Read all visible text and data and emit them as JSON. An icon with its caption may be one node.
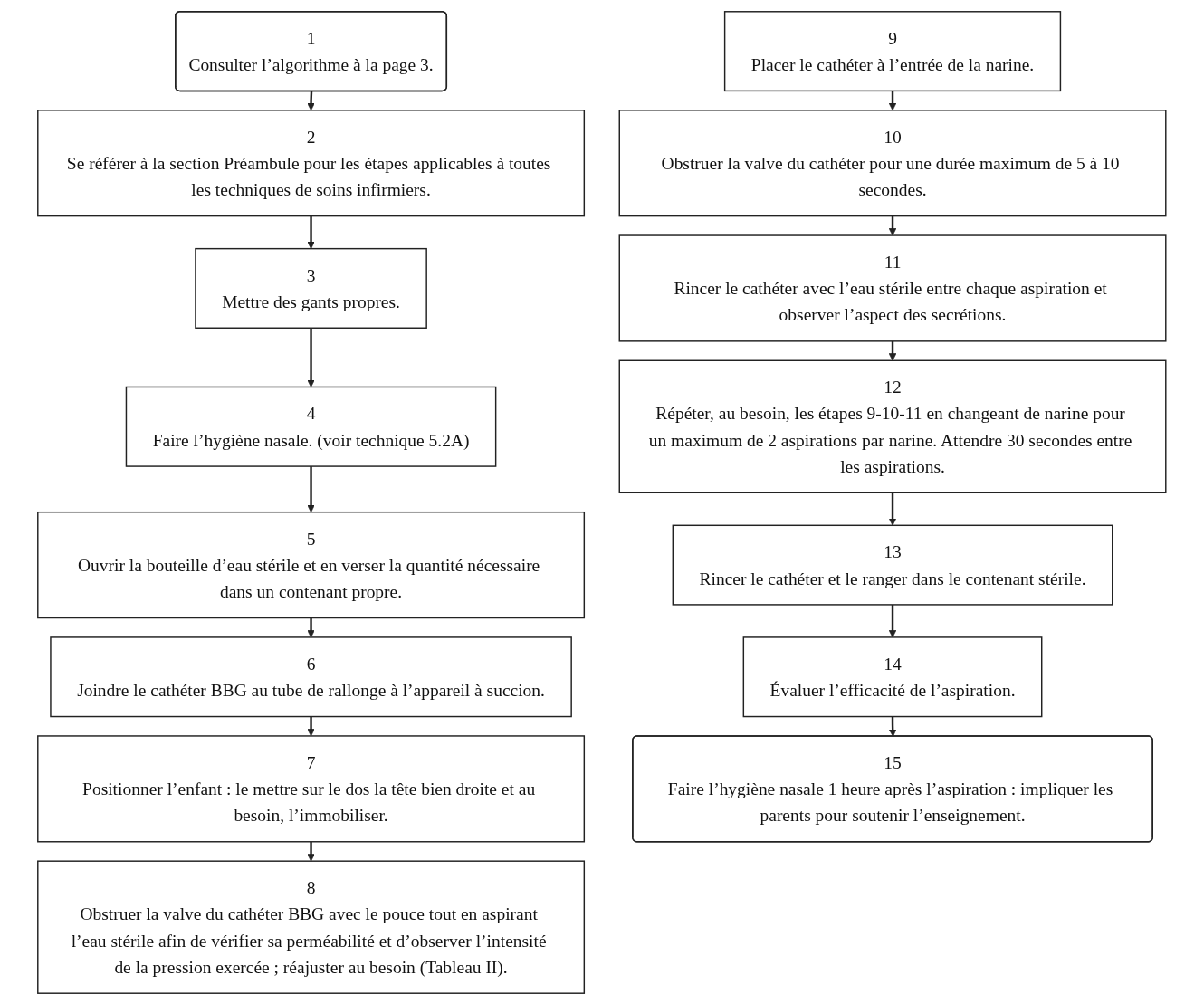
{
  "diagram": {
    "nodes": [
      {
        "text": [
          "1",
          "Consulter l’algorithme à la page 3."
        ]
      },
      {
        "text": [
          "2",
          "Se référer à la section Préambule pour les étapes applicables à toutes les techniques de soins infirmiers."
        ]
      },
      {
        "text": [
          "3",
          "Mettre des gants propres."
        ]
      },
      {
        "text": [
          "4",
          "Faire l’hygiène nasale. (voir technique 5.2A)"
        ]
      },
      {
        "text": [
          "5",
          "Ouvrir la bouteille d’eau stérile et en verser la quantité nécessaire dans un contenant propre."
        ]
      },
      {
        "text": [
          "6",
          "Joindre le cathéter BBG au tube de rallonge à l’appareil à succion."
        ]
      },
      {
        "text": [
          "7",
          "Positionner l’enfant : le mettre sur le dos la tête bien droite et au besoin, l’immobiliser."
        ]
      },
      {
        "text": [
          "8",
          "Obstruer la valve du cathéter BBG avec le pouce tout en aspirant l’eau stérile afin de vérifier sa perméabilité et d’observer l’intensité de la pression exercée ; réajuster au besoin (Tableau II)."
        ]
      },
      {
        "text": [
          "9",
          "Placer le cathéter à l’entrée de la narine."
        ]
      },
      {
        "text": [
          "10",
          "Obstruer la valve du cathéter pour une durée maximum de 5 à 10 secondes."
        ]
      },
      {
        "text": [
          "11",
          "Rincer le cathéter avec l’eau stérile entre chaque aspiration et observer l’aspect des secrétions."
        ]
      },
      {
        "text": [
          "12",
          "Répéter, au besoin, les étapes 9-10-11 en changeant de narine pour un maximum de 2 aspirations par narine. Attendre 30 secondes entre les aspirations."
        ]
      },
      {
        "text": [
          "13",
          "Rincer le cathéter et le ranger dans le contenant stérile."
        ]
      },
      {
        "text": [
          "14",
          "Évaluer l’efficacité de l’aspiration."
        ]
      },
      {
        "text": [
          "15",
          "Faire l’hygiène nasale 1 heure après l’aspiration : impliquer les parents pour soutenir l’enseignement."
        ]
      }
    ],
    "edges": [
      {
        "from": 0,
        "to": 1,
        "arrow": "to"
      },
      {
        "from": 1,
        "to": 2,
        "arrow": "to"
      },
      {
        "from": 2,
        "to": 3,
        "arrow": "to"
      },
      {
        "from": 3,
        "to": 4,
        "arrow": "to"
      },
      {
        "from": 4,
        "to": 5,
        "arrow": "to"
      },
      {
        "from": 5,
        "to": 6,
        "arrow": "to"
      },
      {
        "from": 6,
        "to": 7,
        "arrow": "to"
      },
      {
        "from": 8,
        "to": 9,
        "arrow": "to"
      },
      {
        "from": 9,
        "to": 10,
        "arrow": "to"
      },
      {
        "from": 10,
        "to": 11,
        "arrow": "to"
      },
      {
        "from": 11,
        "to": 12,
        "arrow": "to"
      },
      {
        "from": 12,
        "to": 13,
        "arrow": "to"
      },
      {
        "from": 13,
        "to": 14,
        "arrow": "to"
      }
    ]
  }
}
